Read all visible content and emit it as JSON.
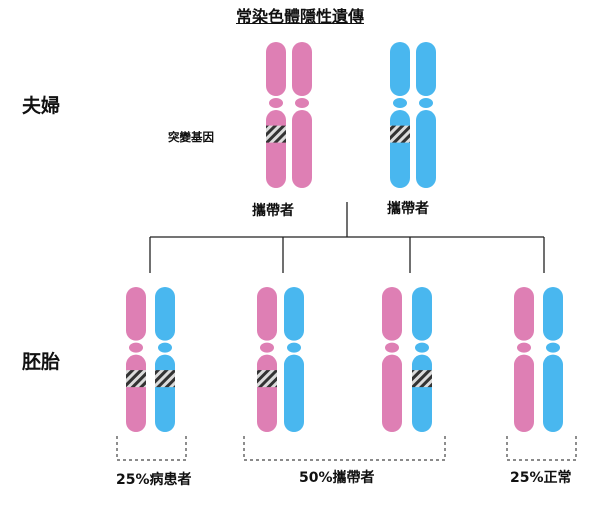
{
  "title": "常染色體隱性遺傳",
  "rows": {
    "parents": "夫婦",
    "embryos": "胚胎"
  },
  "parents": {
    "mutant_gene_label": "突變基因",
    "left_label": "攜帶者",
    "right_label": "攜帶者"
  },
  "groups": {
    "affected": "25%病患者",
    "carrier": "50%攜帶者",
    "normal": "25%正常"
  },
  "colors": {
    "pink": "#de7fb4",
    "blue": "#49b7ef",
    "line": "#222222",
    "dash": "#444444"
  }
}
